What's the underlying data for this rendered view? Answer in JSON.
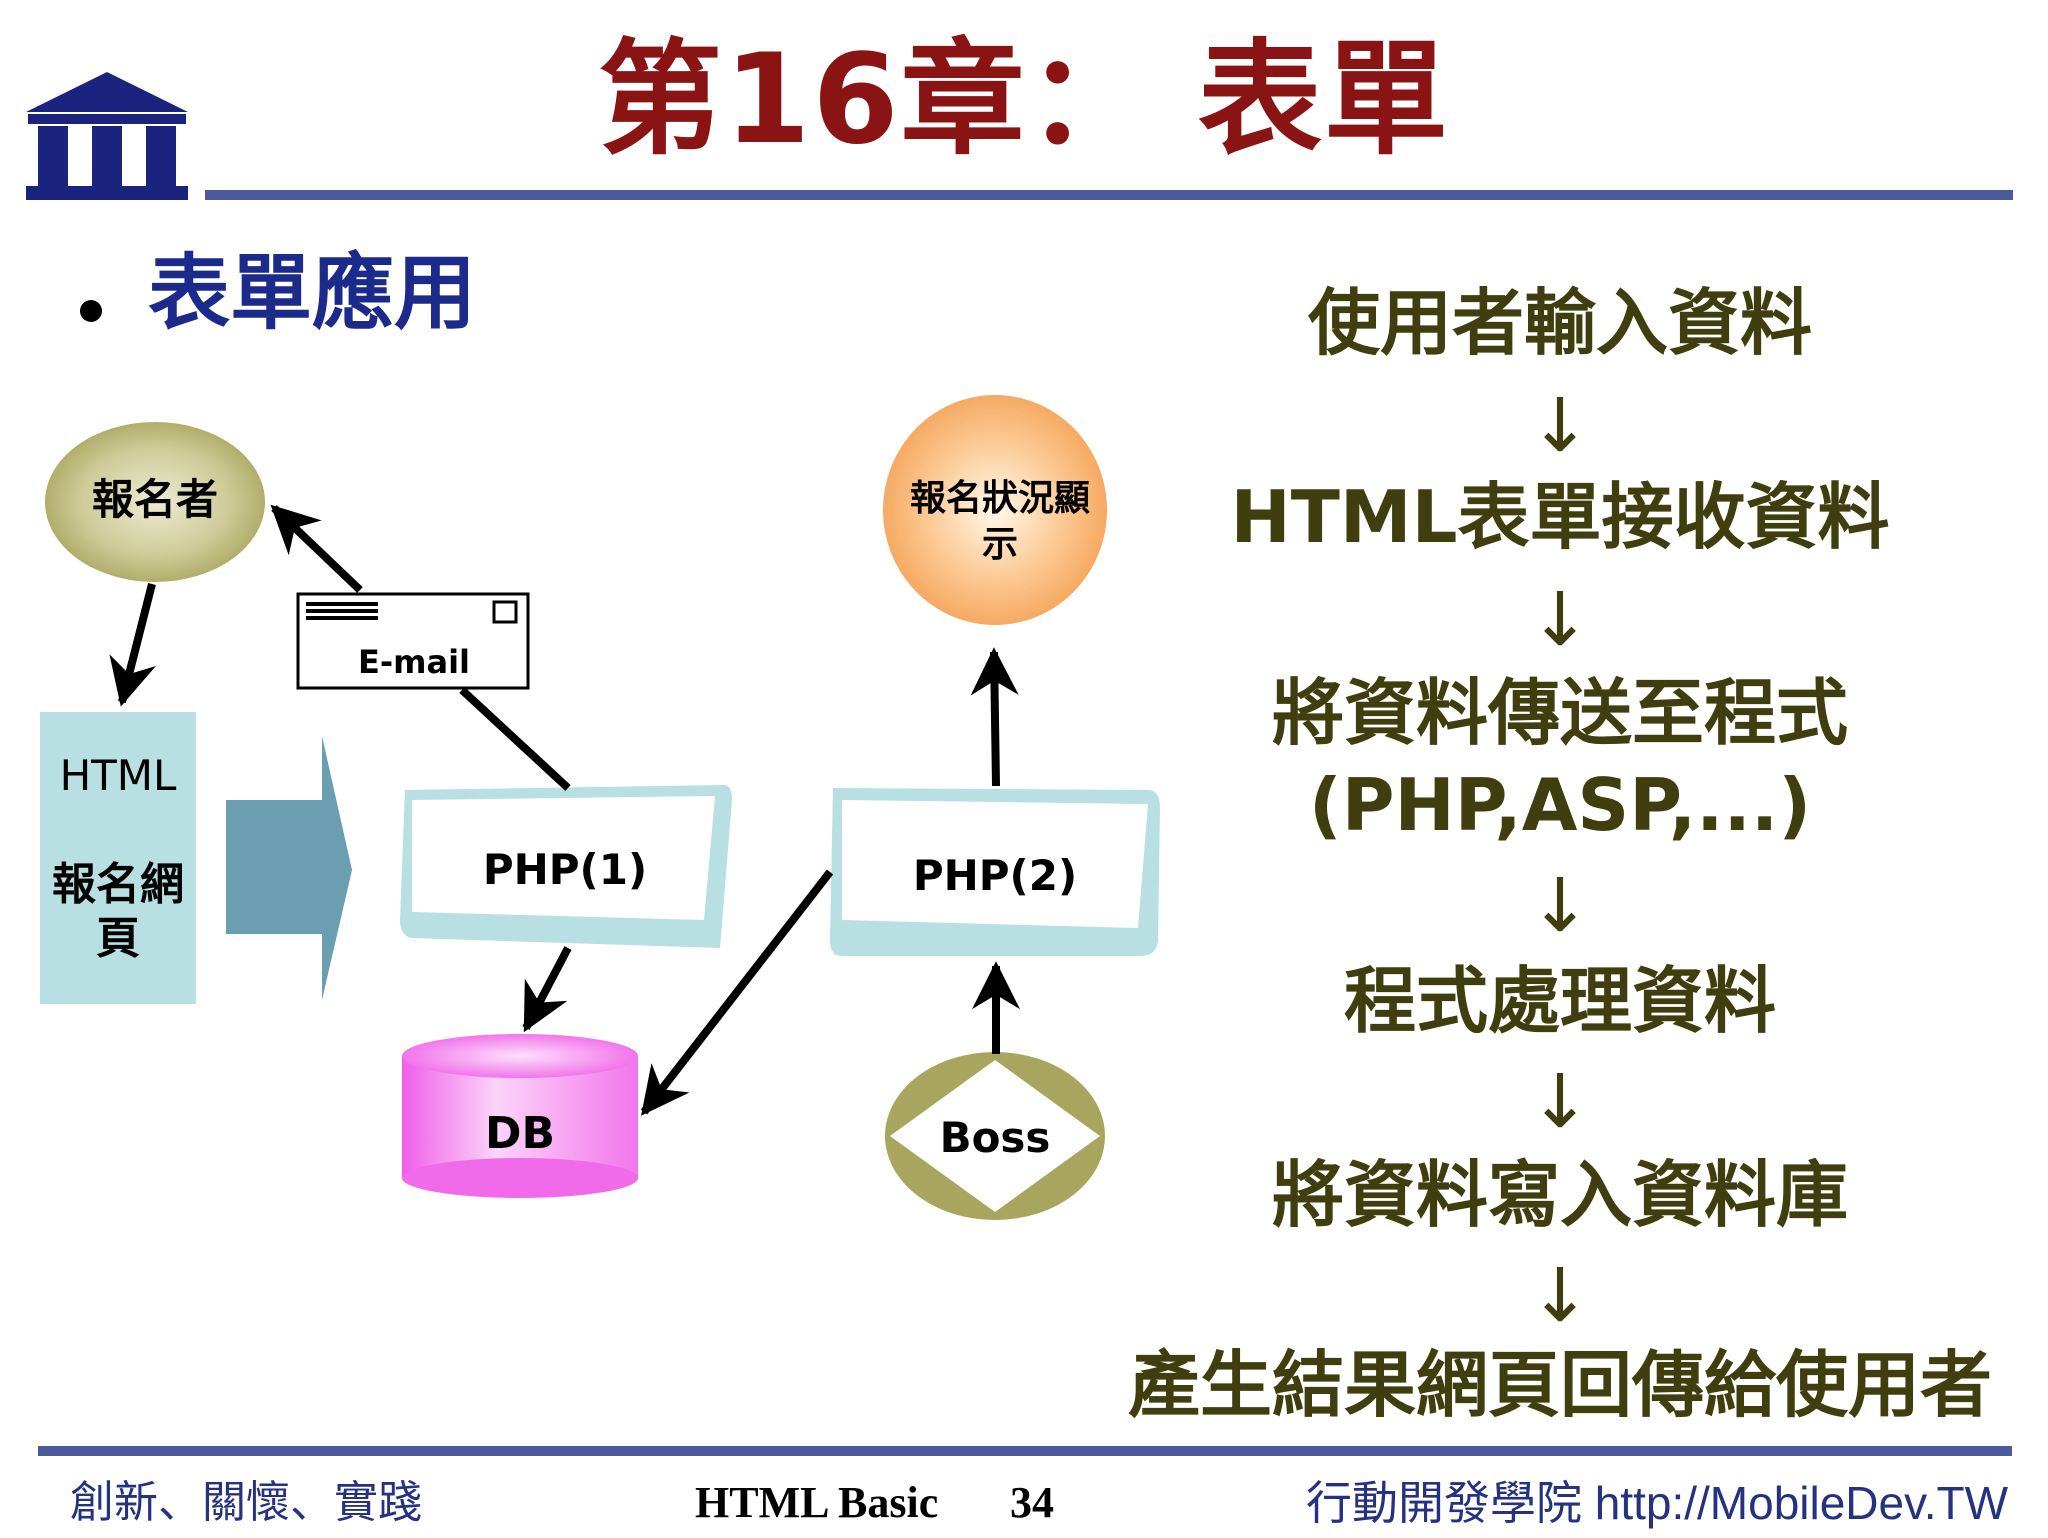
{
  "slide": {
    "title": "第16章： 表單",
    "bullet": "表單應用"
  },
  "diagram": {
    "registrant": "報名者",
    "html_label": "HTML",
    "form_page": "報名網頁",
    "email": "E-mail",
    "php1": "PHP(1)",
    "php2": "PHP(2)",
    "db": "DB",
    "boss": "Boss",
    "status": "報名狀況顯示"
  },
  "steps": {
    "items": [
      "使用者輸入資料",
      "HTML表單接收資料",
      "將資料傳送至程式",
      "(PHP,ASP,...)",
      "程式處理資料",
      "將資料寫入資料庫",
      "產生結果網頁回傳給使用者"
    ],
    "arrow": "↓"
  },
  "footer": {
    "left": "創新、關懷、實踐",
    "center": "HTML Basic",
    "page": "34",
    "right": "行動開發學院 http://MobileDev.TW"
  },
  "colors": {
    "title": "#8a1313",
    "bullet": "#1c2a8c",
    "steps": "#3e3e0e",
    "rule": "#4a5a9a",
    "logo": "#1a237e"
  }
}
